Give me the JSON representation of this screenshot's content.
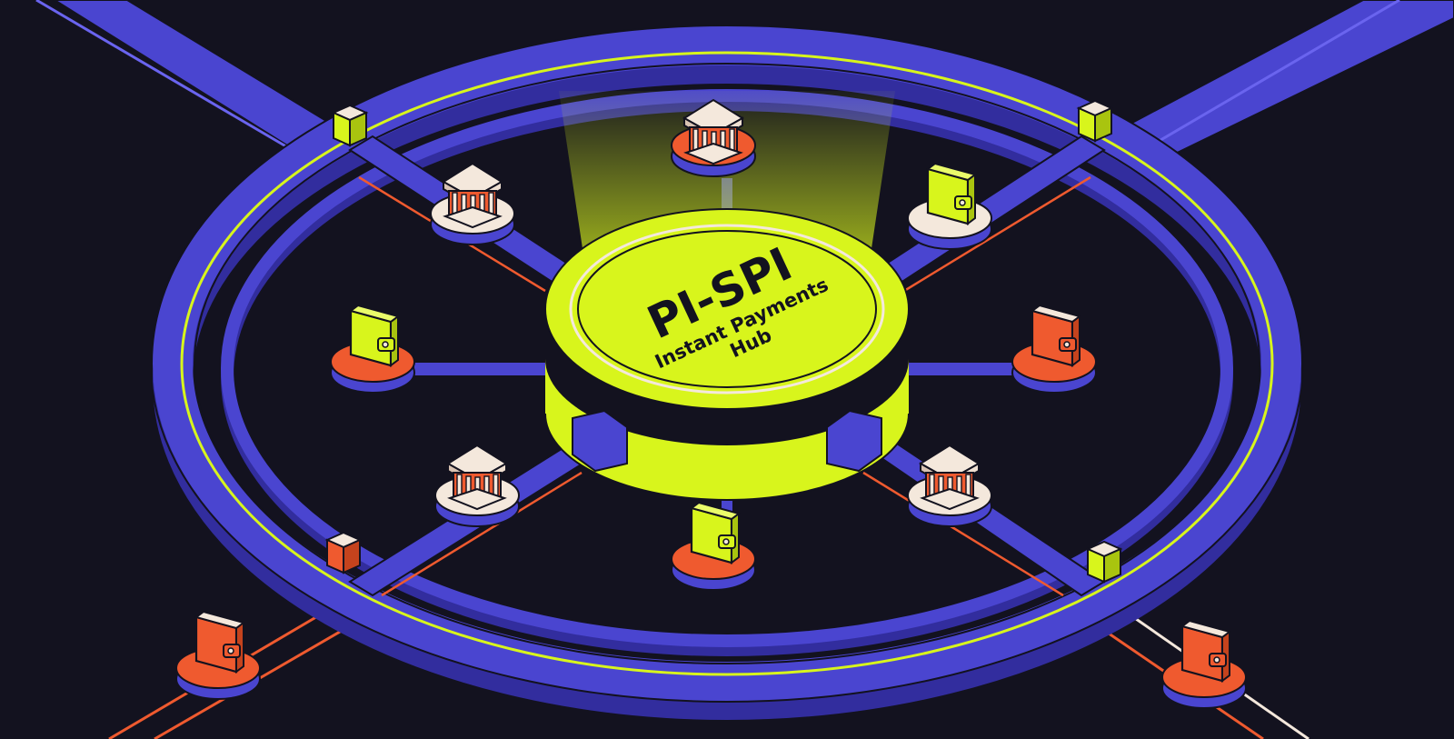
{
  "hub": {
    "title": "PI-SPI",
    "subtitle_line1": "Instant Payments",
    "subtitle_line2": "Hub"
  },
  "colors": {
    "background": "#13121f",
    "ring_blue": "#4a45d0",
    "ring_blue_dark": "#322d9e",
    "accent_lime": "#d8f51c",
    "accent_orange": "#ef5a2f",
    "cream": "#f4e8dc"
  },
  "nodes": [
    {
      "name": "node-bank-top",
      "icon": "bank-icon",
      "base": "orange"
    },
    {
      "name": "node-bank-upper-left",
      "icon": "bank-icon",
      "base": "cream"
    },
    {
      "name": "node-wallet-upper-right",
      "icon": "wallet-icon",
      "base": "cream"
    },
    {
      "name": "node-wallet-left",
      "icon": "wallet-icon",
      "base": "orange"
    },
    {
      "name": "node-wallet-right",
      "icon": "wallet-icon",
      "base": "orange"
    },
    {
      "name": "node-bank-lower-left",
      "icon": "bank-icon",
      "base": "cream"
    },
    {
      "name": "node-wallet-bottom",
      "icon": "wallet-icon",
      "base": "orange"
    },
    {
      "name": "node-bank-lower-right",
      "icon": "bank-icon",
      "base": "cream"
    },
    {
      "name": "node-wallet-far-bottom-left",
      "icon": "wallet-icon",
      "base": "orange"
    },
    {
      "name": "node-wallet-far-bottom-right",
      "icon": "wallet-icon",
      "base": "orange"
    }
  ]
}
